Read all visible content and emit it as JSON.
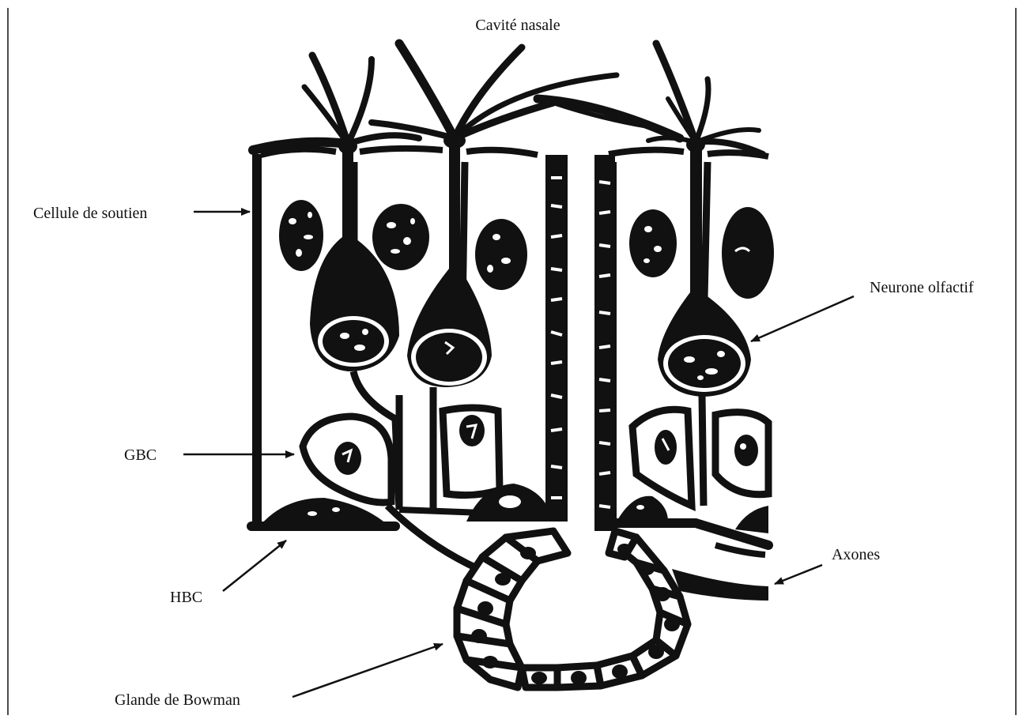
{
  "diagram": {
    "title": "Cavité nasale",
    "labels": {
      "supporting_cell": "Cellule de soutien",
      "olfactory_neuron": "Neurone olfactif",
      "gbc": "GBC",
      "hbc": "HBC",
      "axons": "Axones",
      "bowman_gland": "Glande de Bowman"
    },
    "colors": {
      "ink": "#111111",
      "background": "#ffffff"
    }
  }
}
